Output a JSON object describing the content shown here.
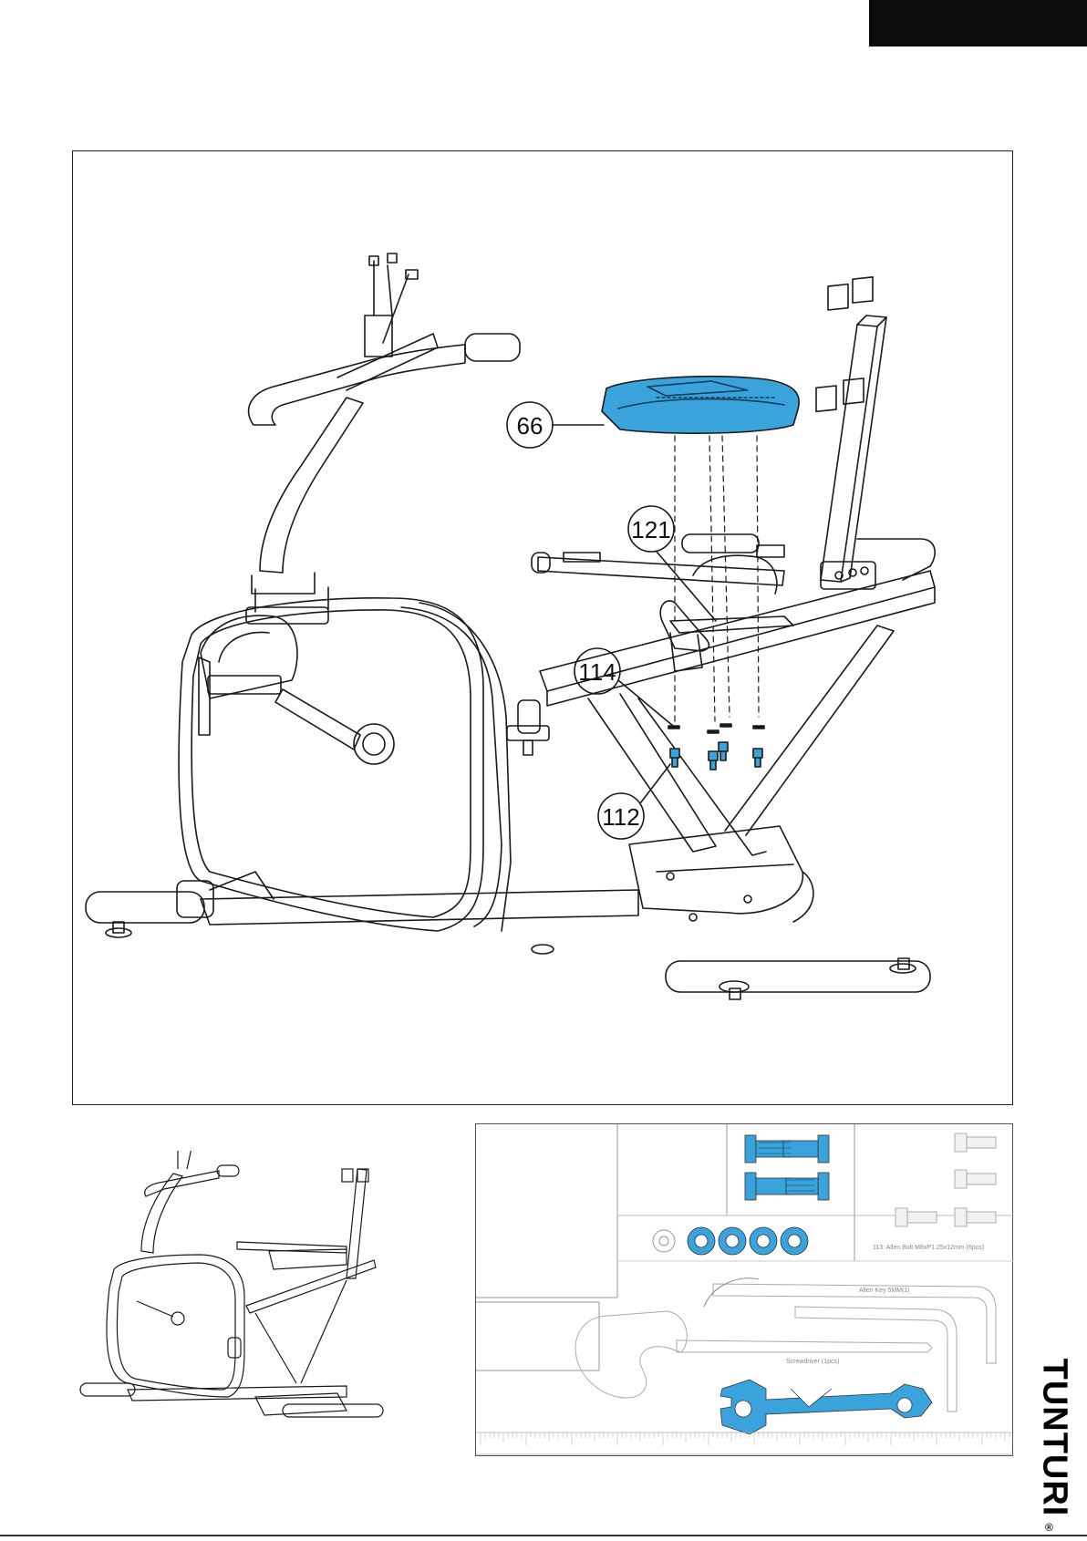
{
  "callouts": {
    "seat": "66",
    "bracket": "121",
    "washer": "114",
    "bolt": "112"
  },
  "hardware": {
    "allen_bolt_label": "113: Allen Bolt M8xP1.25x12mm (6pcs)",
    "allen_key_label": "Allen Key 5MM(1)",
    "screwdriver_label": "Screwdriver (1pcs)"
  },
  "brand": {
    "name": "TUNTURI",
    "registered": "®"
  },
  "colors": {
    "highlight": "#3aa3dc",
    "line": "#1a1a1a",
    "corner_tab": "#0b0b0b"
  },
  "icons": [
    "recumbent-bike-drawing",
    "seat-cushion-icon",
    "bolt-icon",
    "washer-icon",
    "allen-key-icon",
    "screwdriver-icon",
    "wrench-icon",
    "ruler-icon"
  ]
}
